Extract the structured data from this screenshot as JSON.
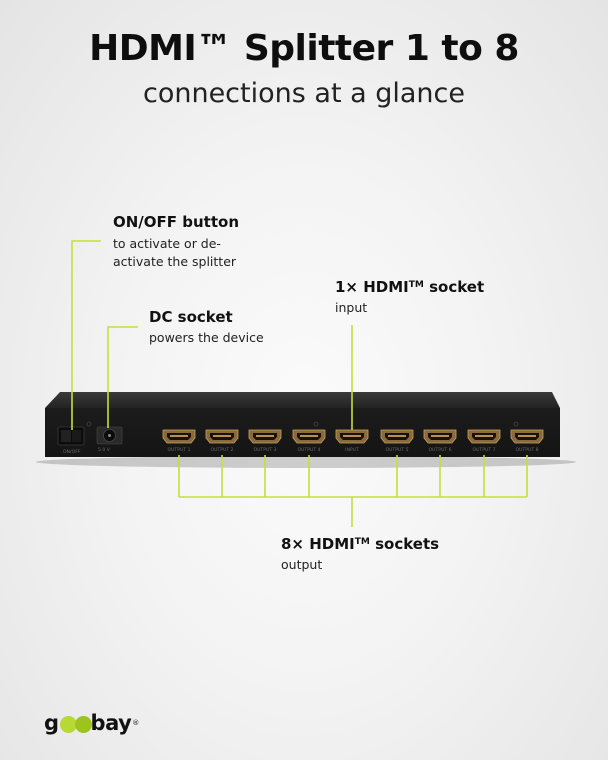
{
  "header": {
    "title": "HDMI™ Splitter 1 to 8",
    "subtitle": "connections at a glance"
  },
  "callouts": {
    "onoff": {
      "title": "ON/OFF button",
      "text_line1": "to activate or de-",
      "text_line2": "activate the splitter"
    },
    "dc": {
      "title": "DC socket",
      "text": "powers the device"
    },
    "input": {
      "title_main": "1× HDMI",
      "title_sup": "TM",
      "title_rest": " socket",
      "text": "input"
    },
    "outputs": {
      "title_main": "8× HDMI",
      "title_sup": "TM",
      "title_rest": " sockets",
      "text": "output"
    }
  },
  "device": {
    "switch_label": "ON/OFF",
    "dc_label": "5.0 V",
    "ports": [
      "OUTPUT 1",
      "OUTPUT 2",
      "OUTPUT 3",
      "OUTPUT 4",
      "INPUT",
      "OUTPUT 5",
      "OUTPUT 6",
      "OUTPUT 7",
      "OUTPUT 8"
    ]
  },
  "brand": {
    "logo_g": "g",
    "logo_rest": "bay",
    "logo_mark": "®"
  },
  "colors": {
    "accent_line": "#c4e03a",
    "logo_green": "#b8d836",
    "device_body": "#2b2b2b"
  }
}
